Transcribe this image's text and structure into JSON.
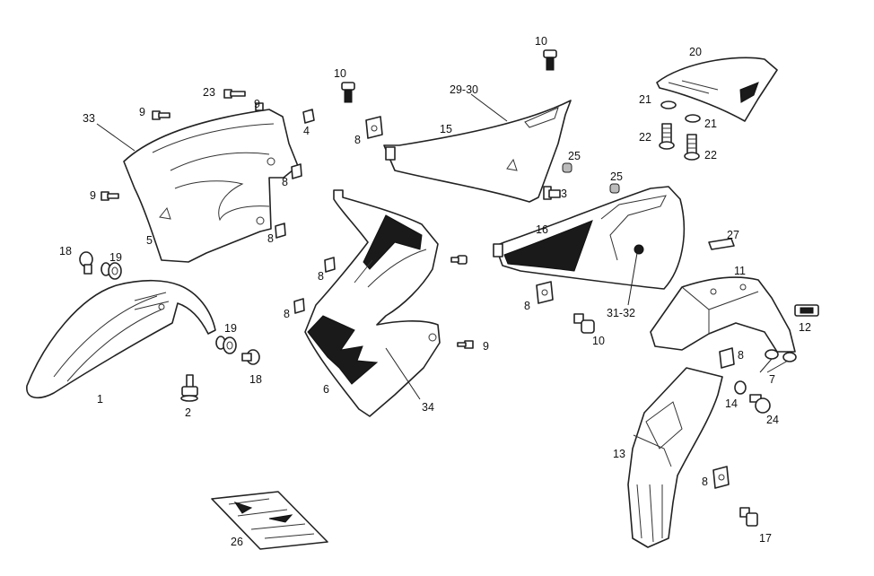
{
  "labels": {
    "l1": "1",
    "l2": "2",
    "l3": "3",
    "l4": "4",
    "l5": "5",
    "l6": "6",
    "l7": "7",
    "l8": "8",
    "l9": "9",
    "l10": "10",
    "l11": "11",
    "l12": "12",
    "l13": "13",
    "l14": "14",
    "l15": "15",
    "l16": "16",
    "l17": "17",
    "l18": "18",
    "l19": "19",
    "l20": "20",
    "l21": "21",
    "l22": "22",
    "l23": "23",
    "l24": "24",
    "l25": "25",
    "l26": "26",
    "l27": "27",
    "l29_30": "29-30",
    "l31_32": "31-32",
    "l33": "33",
    "l34": "34"
  }
}
